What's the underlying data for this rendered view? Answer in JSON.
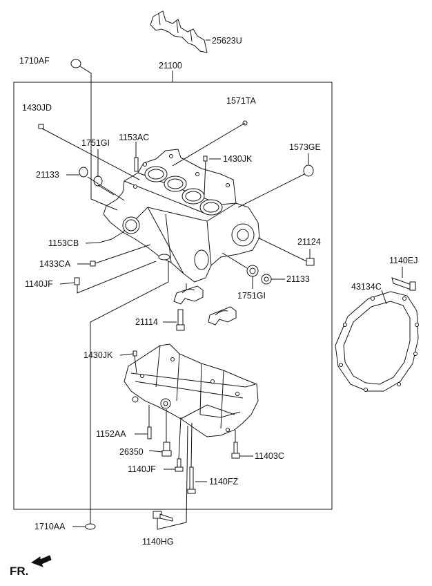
{
  "parts": [
    {
      "id": "25623U",
      "label": "25623U"
    },
    {
      "id": "1710AF",
      "label": "1710AF"
    },
    {
      "id": "21100",
      "label": "21100"
    },
    {
      "id": "1430JD",
      "label": "1430JD"
    },
    {
      "id": "1571TA",
      "label": "1571TA"
    },
    {
      "id": "1751GI_a",
      "label": "1751GI"
    },
    {
      "id": "1153AC",
      "label": "1153AC"
    },
    {
      "id": "1430JK_a",
      "label": "1430JK"
    },
    {
      "id": "1573GE",
      "label": "1573GE"
    },
    {
      "id": "21133_a",
      "label": "21133"
    },
    {
      "id": "1153CB",
      "label": "1153CB"
    },
    {
      "id": "21124",
      "label": "21124"
    },
    {
      "id": "1433CA",
      "label": "1433CA"
    },
    {
      "id": "1140EJ",
      "label": "1140EJ"
    },
    {
      "id": "1140JF_a",
      "label": "1140JF"
    },
    {
      "id": "21133_b",
      "label": "21133"
    },
    {
      "id": "43134C",
      "label": "43134C"
    },
    {
      "id": "1751GI_b",
      "label": "1751GI"
    },
    {
      "id": "21114",
      "label": "21114"
    },
    {
      "id": "1430JK_b",
      "label": "1430JK"
    },
    {
      "id": "1152AA",
      "label": "1152AA"
    },
    {
      "id": "26350",
      "label": "26350"
    },
    {
      "id": "11403C",
      "label": "11403C"
    },
    {
      "id": "1140JF_b",
      "label": "1140JF"
    },
    {
      "id": "1140FZ",
      "label": "1140FZ"
    },
    {
      "id": "1710AA",
      "label": "1710AA"
    },
    {
      "id": "1140HG",
      "label": "1140HG"
    }
  ],
  "front_marker": {
    "label": "FR."
  }
}
